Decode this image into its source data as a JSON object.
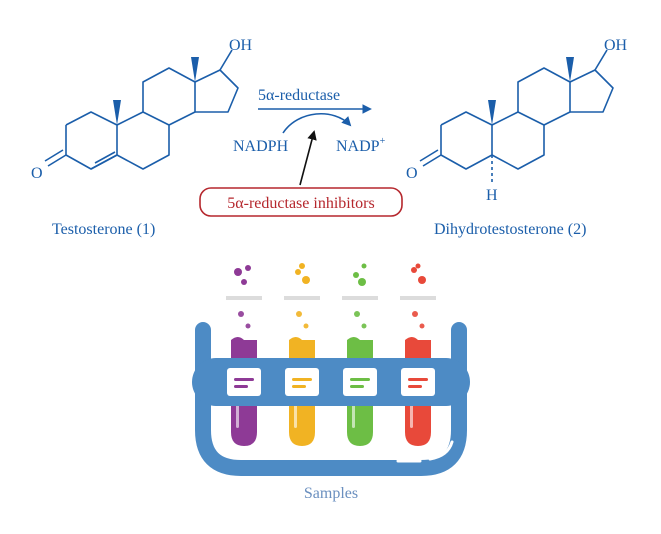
{
  "reaction": {
    "enzyme": "5α-reductase",
    "cofactor_in": "NADPH",
    "cofactor_out": "NADP",
    "cofactor_out_superscript": "+",
    "inhibitor_label": "5α-reductase inhibitors"
  },
  "substrate": {
    "name": "Testosterone (1)",
    "oh_label": "OH",
    "o_label": "O"
  },
  "product": {
    "name": "Dihydrotestosterone (2)",
    "oh_label": "OH",
    "o_label": "O",
    "h_label": "H"
  },
  "rack": {
    "caption": "Samples",
    "tubes": [
      {
        "color": "#8E3A96"
      },
      {
        "color": "#F1B323"
      },
      {
        "color": "#6DBE45"
      },
      {
        "color": "#E8493A"
      }
    ]
  },
  "colors": {
    "ink": "#1B5EAA",
    "inhibitor_border": "#B5272D",
    "rack": "#4D8BC5",
    "caption": "#6A8FBF"
  }
}
